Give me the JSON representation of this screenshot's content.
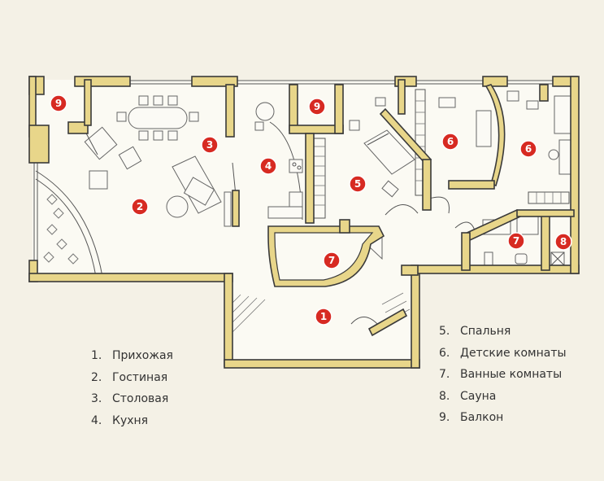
{
  "rooms": [
    {
      "id": "1",
      "name": "Прихожая"
    },
    {
      "id": "2",
      "name": "Гостиная"
    },
    {
      "id": "3",
      "name": "Столовая"
    },
    {
      "id": "4",
      "name": "Кухня"
    },
    {
      "id": "5",
      "name": "Спальня"
    },
    {
      "id": "6",
      "name": "Детские комнаты"
    },
    {
      "id": "7",
      "name": "Ванные комнаты"
    },
    {
      "id": "8",
      "name": "Сауна"
    },
    {
      "id": "9",
      "name": "Балкон"
    }
  ],
  "legend": {
    "left": [
      {
        "num": "1.",
        "label": "Прихожая"
      },
      {
        "num": "2.",
        "label": "Гостиная"
      },
      {
        "num": "3.",
        "label": "Столовая"
      },
      {
        "num": "4.",
        "label": "Кухня"
      }
    ],
    "right": [
      {
        "num": "5.",
        "label": "Спальня"
      },
      {
        "num": "6.",
        "label": "Детские комнаты"
      },
      {
        "num": "7.",
        "label": "Ванные комнаты"
      },
      {
        "num": "8.",
        "label": "Сауна"
      },
      {
        "num": "9.",
        "label": "Балкон"
      }
    ]
  },
  "markers": {
    "m1": "1",
    "m2": "2",
    "m3": "3",
    "m4": "4",
    "m5": "5",
    "m6a": "6",
    "m6b": "6",
    "m7a": "7",
    "m7b": "7",
    "m8": "8",
    "m9a": "9",
    "m9b": "9"
  },
  "colors": {
    "wall": "#e8d68a",
    "marker": "#d72a22",
    "background": "#f4f1e6"
  }
}
